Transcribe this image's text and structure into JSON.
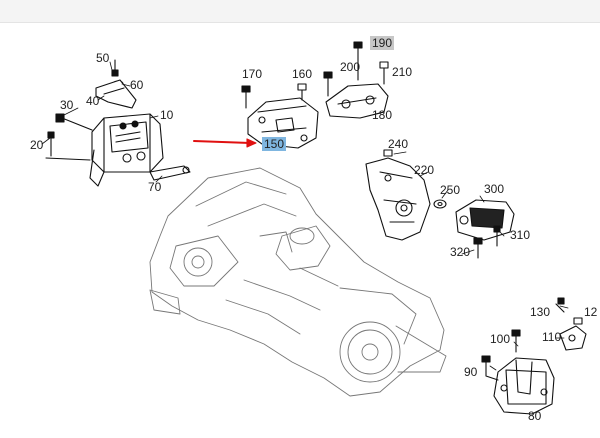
{
  "callouts": {
    "c10": "10",
    "c20": "20",
    "c30": "30",
    "c40": "40",
    "c50": "50",
    "c60": "60",
    "c70": "70",
    "c80": "80",
    "c90": "90",
    "c100": "100",
    "c110": "110",
    "c120": "12",
    "c130": "130",
    "c150": "150",
    "c160": "160",
    "c170": "170",
    "c180": "180",
    "c190": "190",
    "c200": "200",
    "c210": "210",
    "c220": "220",
    "c240": "240",
    "c250": "250",
    "c300": "300",
    "c310": "310",
    "c320": "320"
  },
  "highlight": {
    "selected_color": "#7fb6e0",
    "muted_color": "#c7c7c7",
    "arrow_color": "#e01010"
  }
}
